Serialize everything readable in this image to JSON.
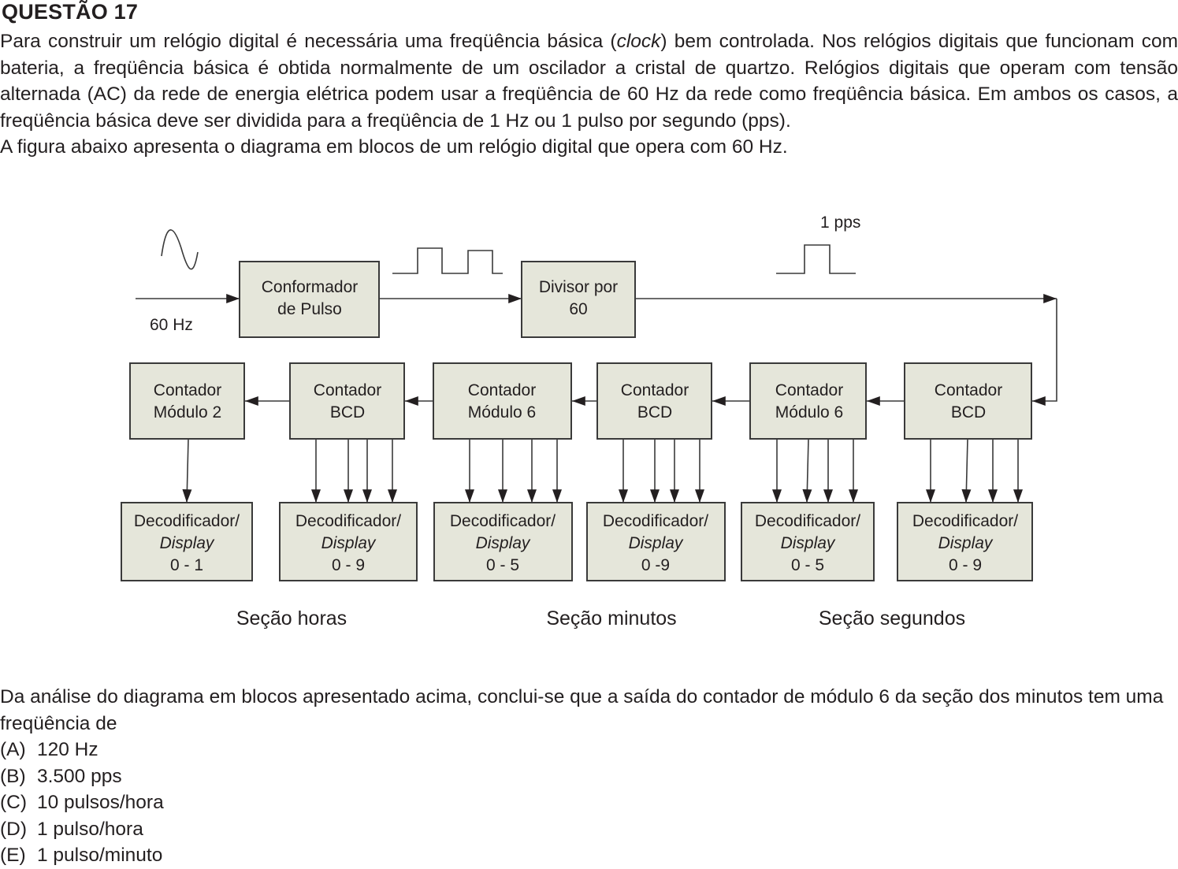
{
  "title": "QUESTÃO 17",
  "intro": {
    "line1_a": "Para construir um relógio digital é necessária uma freqüência básica (",
    "line1_em": "clock",
    "line1_b": ") bem controlada. Nos relógios digitais que funcionam com bateria, a freqüência básica é obtida normalmente de um oscilador a cristal de quartzo. Relógios digitais que operam com tensão alternada (AC) da rede de energia elétrica podem usar a freqüência de 60 Hz da rede como freqüência básica. Em ambos os casos, a freqüência básica deve ser dividida para a freqüência de 1 Hz ou 1 pulso por segundo (pps).",
    "line2": "A figura abaixo apresenta o diagrama em blocos de um relógio digital que opera com 60 Hz."
  },
  "diagram": {
    "input_label": "60 Hz",
    "pps_label": "1 pps",
    "conformador": {
      "line1": "Conformador",
      "line2": "de Pulso"
    },
    "divisor": {
      "line1": "Divisor por",
      "line2": "60"
    },
    "counters": [
      {
        "line1": "Contador",
        "line2": "Módulo 2"
      },
      {
        "line1": "Contador",
        "line2": "BCD"
      },
      {
        "line1": "Contador",
        "line2": "Módulo 6"
      },
      {
        "line1": "Contador",
        "line2": "BCD"
      },
      {
        "line1": "Contador",
        "line2": "Módulo 6"
      },
      {
        "line1": "Contador",
        "line2": "BCD"
      }
    ],
    "decoders": [
      {
        "line1": "Decodificador/",
        "line2": "Display",
        "line3": "0 - 1"
      },
      {
        "line1": "Decodificador/",
        "line2": "Display",
        "line3": "0 - 9"
      },
      {
        "line1": "Decodificador/",
        "line2": "Display",
        "line3": "0 - 5"
      },
      {
        "line1": "Decodificador/",
        "line2": "Display",
        "line3": "0 -9"
      },
      {
        "line1": "Decodificador/",
        "line2": "Display",
        "line3": "0 - 5"
      },
      {
        "line1": "Decodificador/",
        "line2": "Display",
        "line3": "0 - 9"
      }
    ],
    "sections": [
      "Seção horas",
      "Seção minutos",
      "Seção segundos"
    ]
  },
  "question": "Da análise do diagrama em blocos apresentado acima, conclui-se que a saída do contador de módulo 6 da seção dos minutos tem uma freqüência de",
  "options": [
    {
      "letter": "(A)",
      "text": "120 Hz"
    },
    {
      "letter": "(B)",
      "text": "3.500 pps"
    },
    {
      "letter": "(C)",
      "text": "10 pulsos/hora"
    },
    {
      "letter": "(D)",
      "text": "1 pulso/hora"
    },
    {
      "letter": "(E)",
      "text": "1 pulso/minuto"
    }
  ],
  "colors": {
    "block_fill": "#e5e6da",
    "line": "#3a3a3a",
    "text": "#231f20"
  }
}
